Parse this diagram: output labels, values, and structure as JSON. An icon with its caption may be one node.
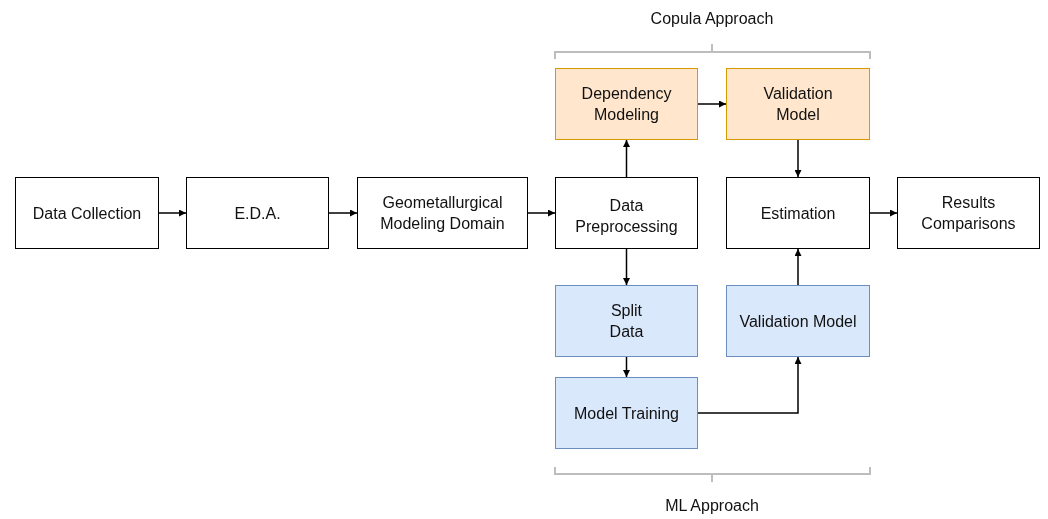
{
  "diagram": {
    "nodes": [
      {
        "text": [
          "Data Collection"
        ]
      },
      {
        "text": [
          "E.D.A."
        ]
      },
      {
        "text": [
          "Geometallurgical Modeling Domain"
        ]
      },
      {
        "text": [
          "Dependency Modeling"
        ]
      },
      {
        "text": [
          "Validation Model"
        ]
      },
      {
        "text": [
          "Data Preprocessing"
        ]
      },
      {
        "text": [
          "Estimation"
        ]
      },
      {
        "text": [
          "Results Comparisons"
        ]
      },
      {
        "text": [
          "Split Data"
        ]
      },
      {
        "text": [
          "Validation Model"
        ]
      },
      {
        "text": [
          "Model Training"
        ]
      }
    ],
    "edges": [
      {
        "from": 0,
        "to": 1,
        "arrow": "to"
      },
      {
        "from": 1,
        "to": 2,
        "arrow": "to"
      },
      {
        "from": 2,
        "to": 5,
        "arrow": "to"
      },
      {
        "from": 5,
        "to": 3,
        "arrow": "to"
      },
      {
        "from": 3,
        "to": 4,
        "arrow": "to"
      },
      {
        "from": 4,
        "to": 6,
        "arrow": "to"
      },
      {
        "from": 6,
        "to": 7,
        "arrow": "to"
      },
      {
        "from": 5,
        "to": 8,
        "arrow": "to"
      },
      {
        "from": 8,
        "to": 10,
        "arrow": "to"
      },
      {
        "from": 10,
        "to": 9,
        "arrow": "to"
      },
      {
        "from": 9,
        "to": 6,
        "arrow": "to"
      }
    ],
    "labels": [
      "Copula Approach",
      "ML Approach"
    ]
  }
}
